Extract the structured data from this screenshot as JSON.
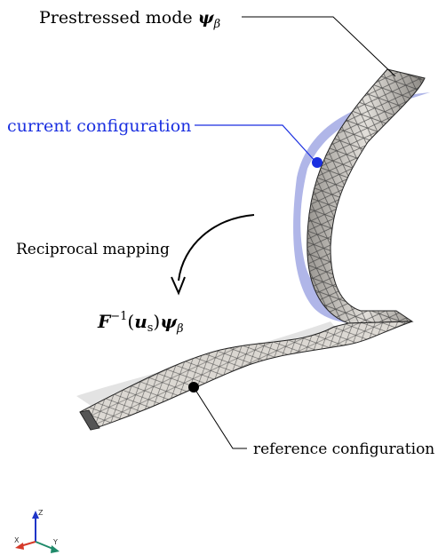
{
  "labels": {
    "prestressed_text": "Prestressed mode ",
    "psi": "ψ",
    "beta": "β",
    "current": "current configuration",
    "reciprocal": "Reciprocal mapping",
    "F": "F",
    "minus_one": "−1",
    "open_paren": "(",
    "u": "u",
    "s": "s",
    "close_paren": ")",
    "reference": "reference configuration"
  },
  "axes_triad": {
    "z": "Z",
    "x": "X",
    "y": "Y"
  },
  "colors": {
    "current_config": "#1a2fe0",
    "current_ghost": "#7f89d8",
    "reference_ghost": "#d9d9d9",
    "mesh_fill": "#c9c5bf",
    "mesh_dark": "#3c3c3c",
    "z_axis": "#1f35c8",
    "x_axis": "#d53a2a",
    "y_axis": "#1f8a6a"
  }
}
